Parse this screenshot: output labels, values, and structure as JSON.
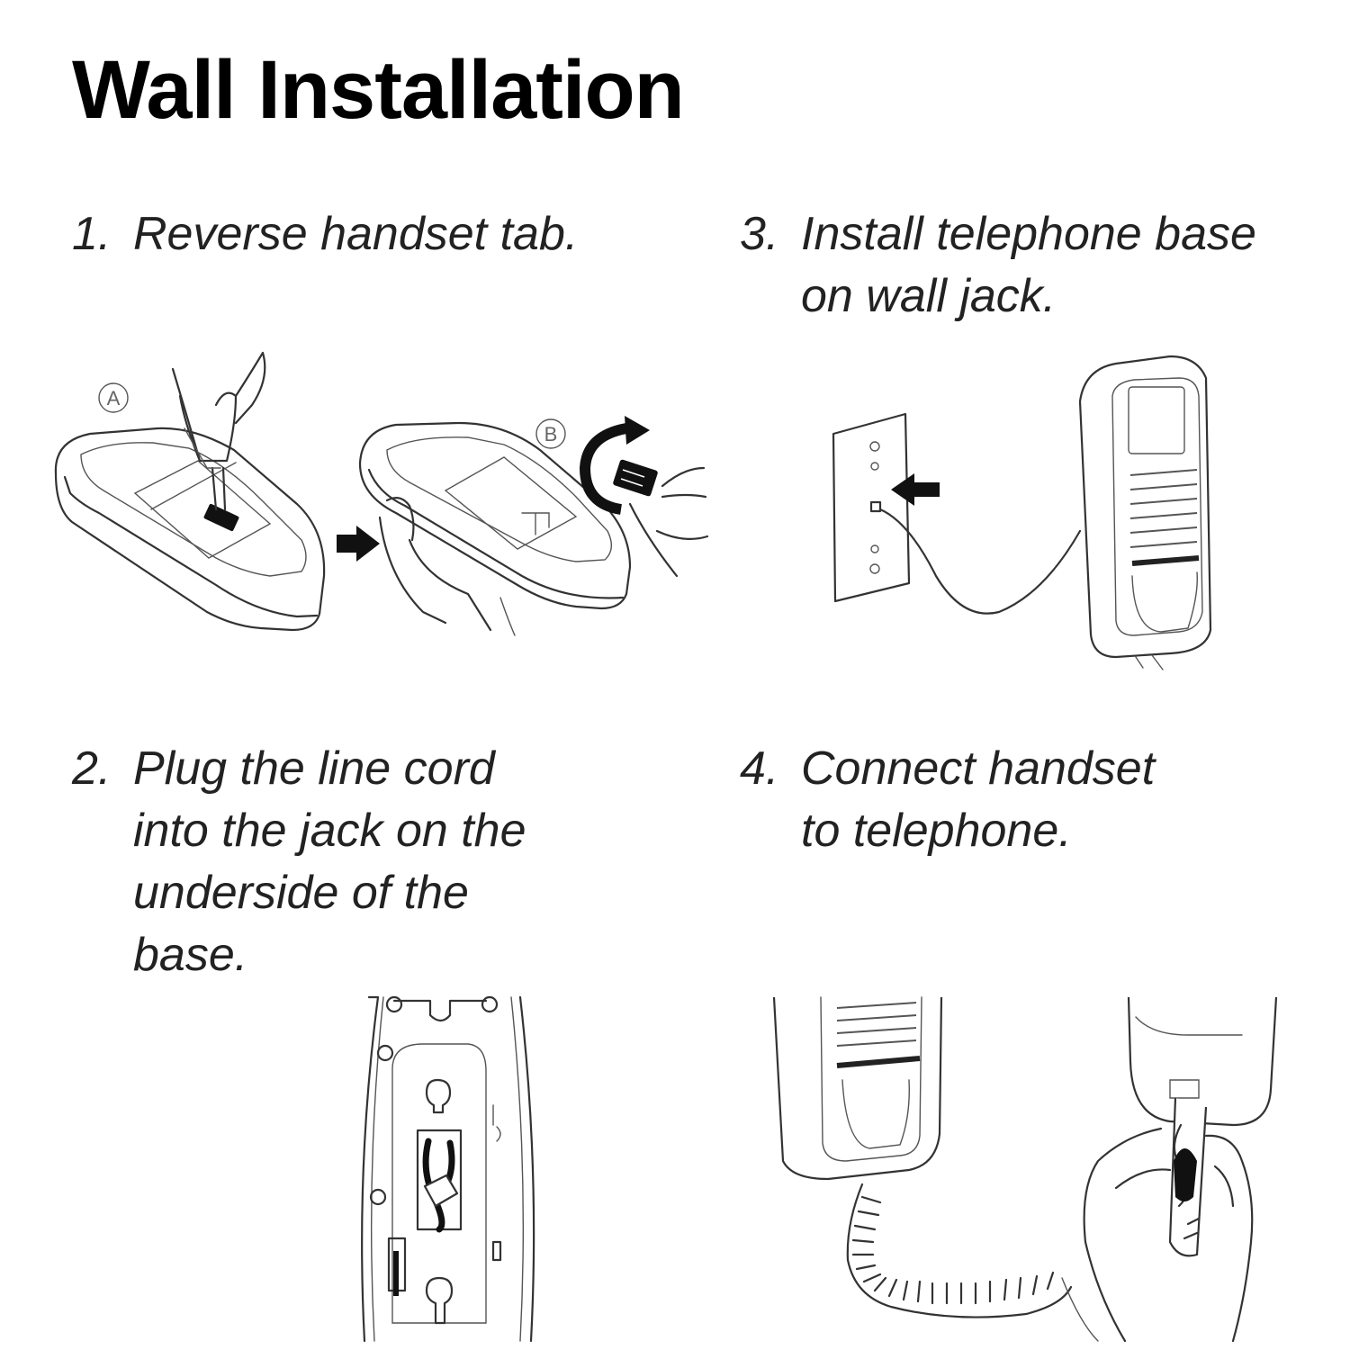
{
  "title": "Wall Installation",
  "steps": [
    {
      "number": "1.",
      "lines": [
        "Reverse handset tab."
      ]
    },
    {
      "number": "2.",
      "lines": [
        "Plug the line cord",
        "into the jack on the",
        "underside of the",
        "base."
      ]
    },
    {
      "number": "3.",
      "lines": [
        "Install telephone base",
        "on wall jack."
      ]
    },
    {
      "number": "4.",
      "lines": [
        "Connect handset",
        "to telephone."
      ]
    }
  ],
  "callouts": {
    "a": "A",
    "b": "B"
  },
  "icons": [
    "arrow-right-icon",
    "rotate-arrow-icon",
    "arrow-left-icon"
  ]
}
